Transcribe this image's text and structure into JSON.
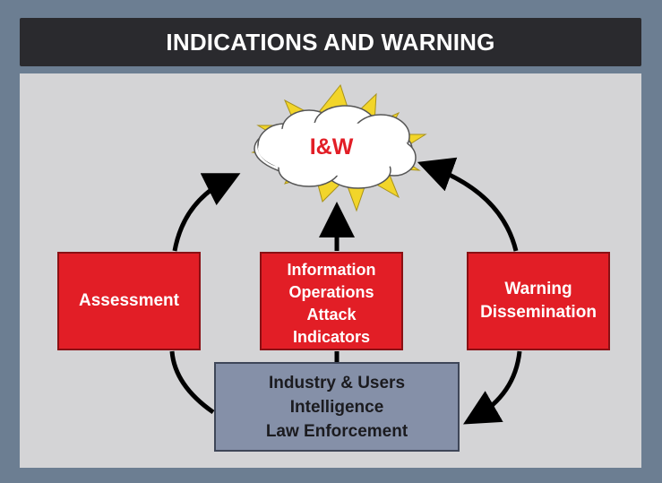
{
  "header": {
    "title": "INDICATIONS AND WARNING"
  },
  "center": {
    "label": "I&W"
  },
  "boxes": {
    "assessment": {
      "label": "Assessment"
    },
    "info_ops": {
      "lines": [
        "Information",
        "Operations",
        "Attack",
        "Indicators"
      ]
    },
    "warning": {
      "lines": [
        "Warning",
        "Dissemination"
      ]
    },
    "industry": {
      "lines": [
        "Industry & Users",
        "Intelligence",
        "Law Enforcement"
      ]
    }
  },
  "colors": {
    "frame": "#6c7e92",
    "title_bar": "#2a2a2e",
    "panel": "#d4d4d6",
    "red_box": "#e21e26",
    "industry_box": "#8590a8",
    "burst": "#f2d52a",
    "arrow": "#000000"
  },
  "icons": {
    "center": "explosion-cloud-icon"
  }
}
